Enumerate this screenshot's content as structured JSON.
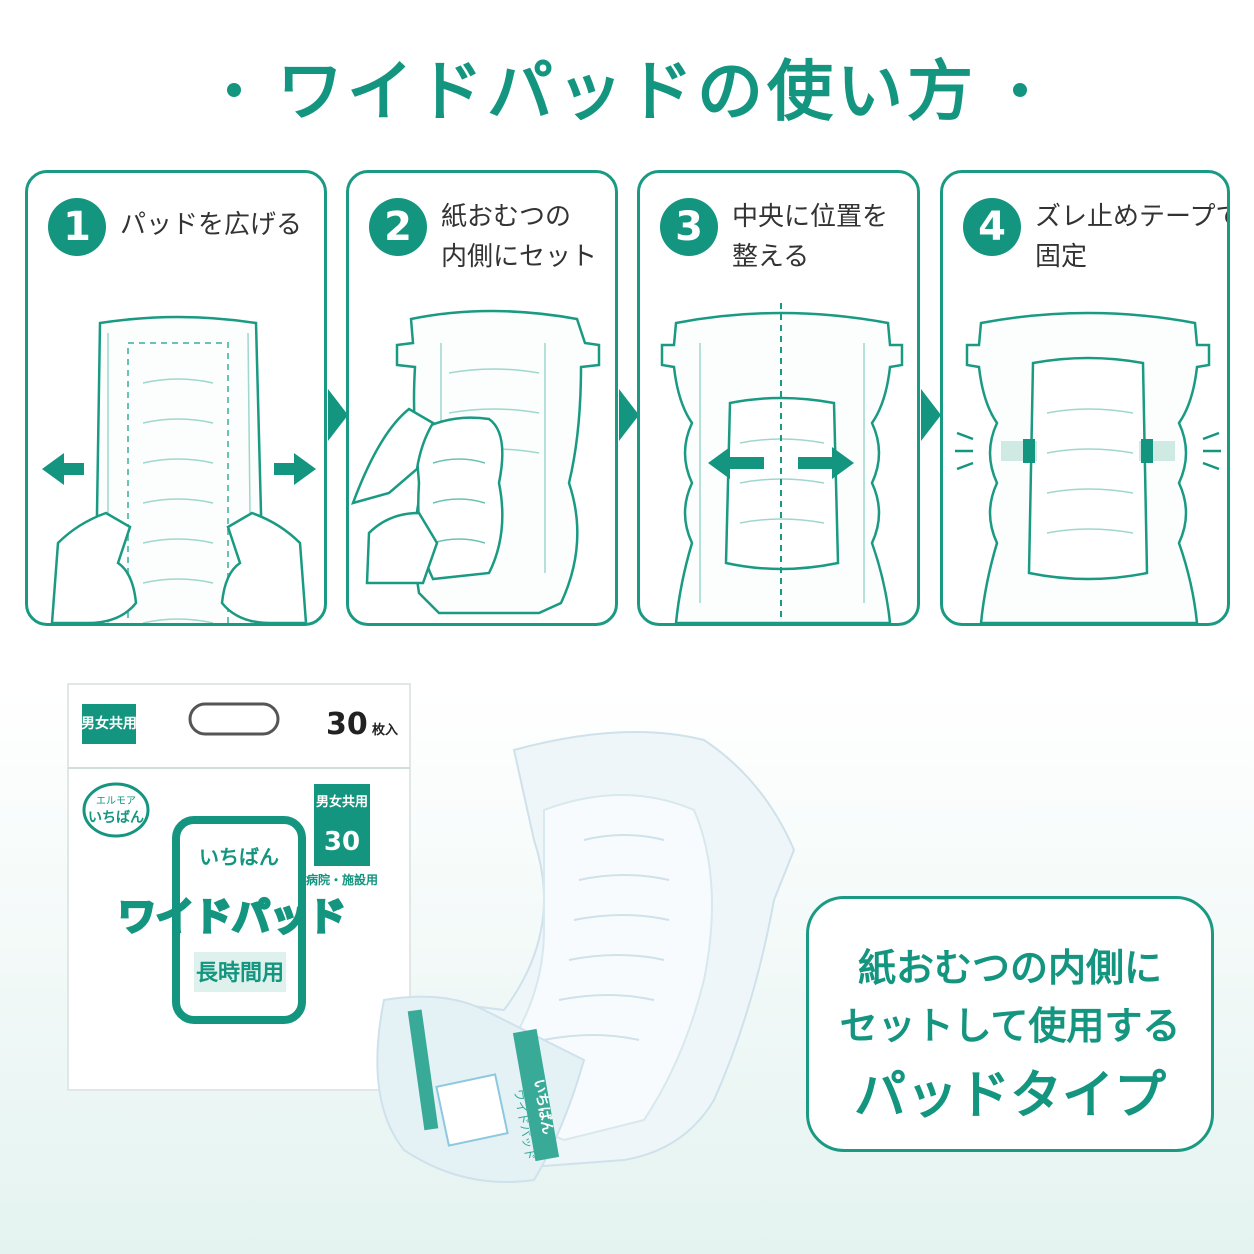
{
  "title": "ワイドパッドの使い方",
  "steps": [
    {
      "num": "1",
      "line1": "パッドを広げる",
      "line2": ""
    },
    {
      "num": "2",
      "line1": "紙おむつの",
      "line2": "内側にセット"
    },
    {
      "num": "3",
      "line1": "中央に位置を",
      "line2": "整える"
    },
    {
      "num": "4",
      "line1": "ズレ止めテープで",
      "line2": "固定"
    }
  ],
  "package": {
    "badge_top": "男女共用",
    "count_top": "30",
    "count_unit": "枚入",
    "brand_small": "エルモア",
    "brand": "いちばん",
    "badge_right": "男女共用",
    "count_right": "30",
    "usage": "病院・施設用",
    "product_name": "ワイドパッド",
    "subtitle": "長時間用",
    "pad_print": "いちばん",
    "pad_print_2": "ワイドパッド"
  },
  "callout": {
    "line1": "紙おむつの内側に",
    "line2": "セットして使用する",
    "line3": "パッドタイプ"
  },
  "colors": {
    "accent": "#13957f",
    "light_accent": "#dff1ec",
    "text": "#333333"
  }
}
